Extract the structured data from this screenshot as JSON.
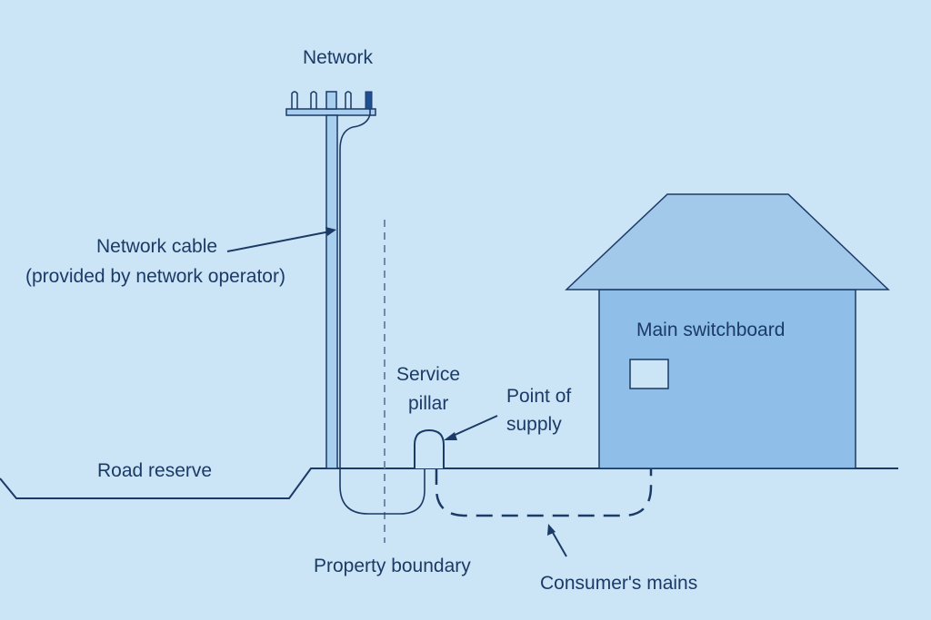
{
  "labels": {
    "network": "Network",
    "network_cable": "Network cable",
    "network_cable_sub": "(provided by network operator)",
    "road_reserve": "Road reserve",
    "service_pillar_1": "Service",
    "service_pillar_2": "pillar",
    "point_of_supply_1": "Point of",
    "point_of_supply_2": "supply",
    "main_switchboard": "Main switchboard",
    "property_boundary": "Property boundary",
    "consumers_mains": "Consumer's mains"
  },
  "colors": {
    "background": "#cbe5f7",
    "line": "#1b3a66",
    "house_wall": "#8fbfe8",
    "house_roof": "#a2c8ea",
    "pole": "#a9cfee",
    "dashed_boundary": "#6f8aa8"
  }
}
